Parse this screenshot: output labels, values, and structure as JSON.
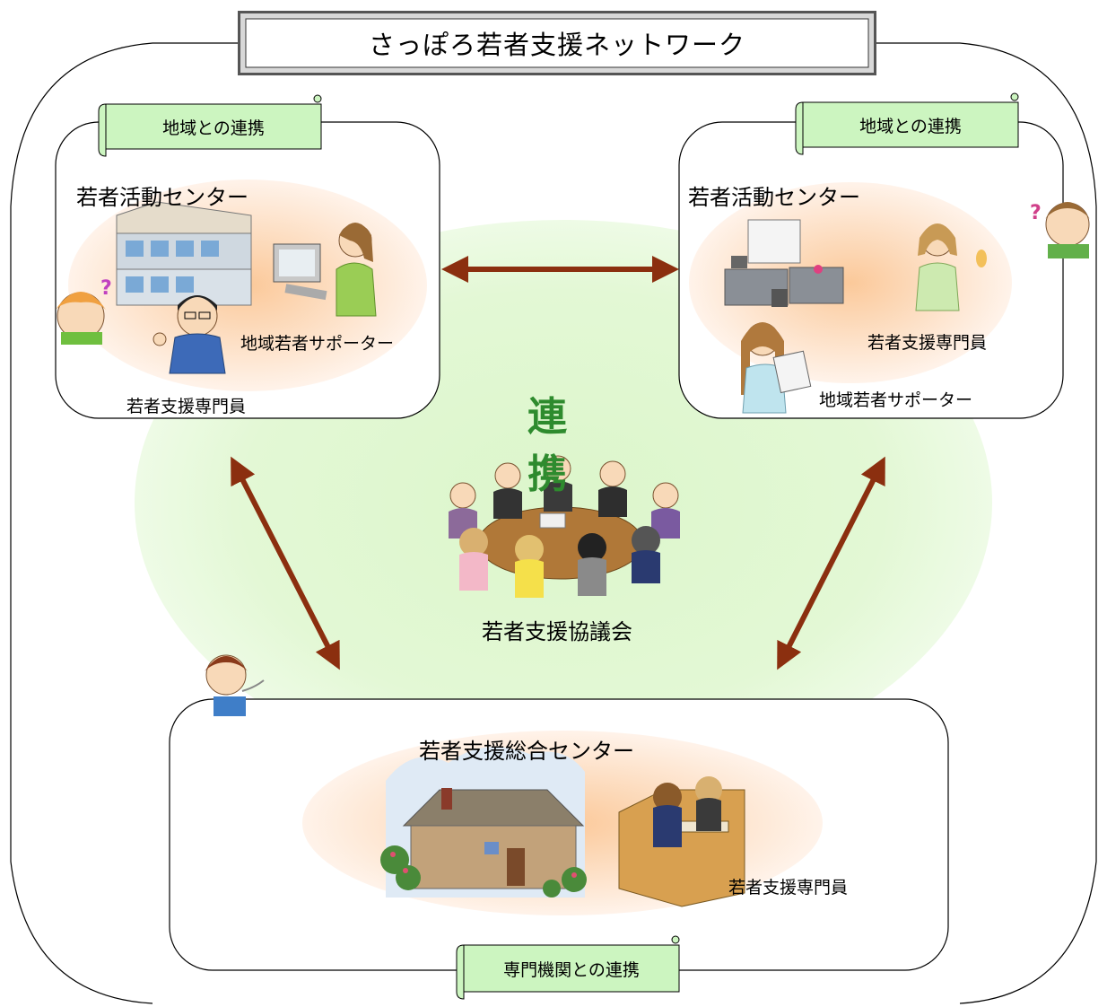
{
  "title": "さっぽろ若者支援ネットワーク",
  "center": {
    "title": "連 携",
    "council_label": "若者支援協議会"
  },
  "top_left": {
    "scroll_label": "地域との連携",
    "center_name": "若者活動センター",
    "supporter_label": "地域若者サポーター",
    "specialist_label": "若者支援専門員"
  },
  "top_right": {
    "scroll_label": "地域との連携",
    "center_name": "若者活動センター",
    "specialist_label": "若者支援専門員",
    "supporter_label": "地域若者サポーター"
  },
  "bottom": {
    "center_name": "若者支援総合センター",
    "specialist_label": "若者支援専門員",
    "scroll_label": "専門機関との連携"
  },
  "colors": {
    "arrow": "#8b2f0f",
    "center_green": "#2e8b2e",
    "glow_green": "#e2f7d2",
    "scroll_fill": "#ccf5c0"
  }
}
